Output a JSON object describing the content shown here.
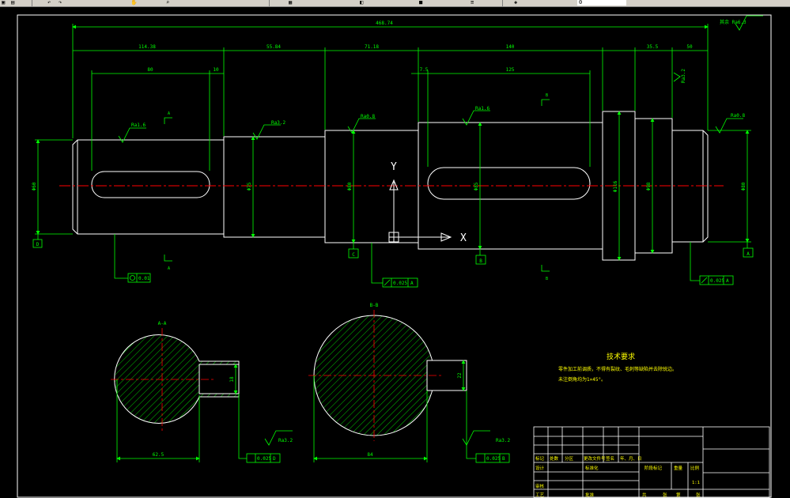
{
  "toolbar": {
    "icons": [
      "open-icon",
      "print-icon",
      "undo-icon",
      "redo-icon",
      "pan-icon",
      "zoom-icon",
      "properties-icon",
      "layer-icon",
      "color-icon",
      "linetype-icon",
      "lineweight-icon",
      "match-icon"
    ],
    "layer_label": "0"
  },
  "drawing": {
    "dims": {
      "overall": "468.74",
      "seg1": "114.38",
      "seg2": "55.84",
      "seg3": "71.18",
      "seg4": "140",
      "seg5": "35.5",
      "seg6": "50",
      "key1": "80",
      "key1_off": "10",
      "key2_off": "7.5",
      "key2": "125",
      "dia_left": "Φ60",
      "dia2": "Φ75",
      "dia_c": "Φ80",
      "dia_b": "Φ85",
      "dia_shoulder": "Φ116",
      "dia_step": "Φ98",
      "dia_right": "Φ80",
      "secA_width": "62.5",
      "secA_key": "18",
      "secB_width": "84",
      "secB_key": "22"
    },
    "roughness": {
      "r1": "Ra1.6",
      "r2": "Ra3.2",
      "r3": "Ra0.8",
      "r4": "Ra1.6",
      "r5": "Ra0.8",
      "r_top": "其余 Ra6.3",
      "r_side": "Ra3.2",
      "secA_r": "Ra3.2",
      "secB_r": "Ra3.2"
    },
    "datums": {
      "d": "D",
      "c": "C",
      "b": "B",
      "a": "A"
    },
    "sections": {
      "a": "A",
      "b": "B",
      "a_title": "A-A",
      "b_title": "B-B"
    },
    "tolerances": {
      "left": "0.01",
      "mid": "0.025",
      "mid_ref": "A",
      "right": "0.025",
      "right_ref": "A",
      "secA": "0.025",
      "secA_ref": "D",
      "secB": "0.025",
      "secB_ref": "B"
    },
    "axis": {
      "y": "Y",
      "x": "X"
    },
    "notes": {
      "title": "技术要求",
      "line1": "零件加工前调质，不得有裂纹、毛刺等缺陷并去除锐边。",
      "line2": "未注倒角均为1×45°。"
    },
    "title_block": {
      "c1": "标记",
      "c2": "处数",
      "c3": "分区",
      "c4": "更改文件号",
      "c5": "签名",
      "c6": "年、月、日",
      "design": "设计",
      "std": "标准化",
      "review": "审核",
      "craft": "工艺",
      "approve": "批准",
      "stage": "阶段标记",
      "weight": "重量",
      "scale_label": "比例",
      "scale": "1:1",
      "sheet": "共",
      "zhang": "张",
      "di": "第"
    }
  },
  "colors": {
    "outline": "#ffffff",
    "dimension": "#00ff00",
    "center": "#ff0000",
    "hatch": "#00ff00",
    "text": "#ffff00"
  }
}
